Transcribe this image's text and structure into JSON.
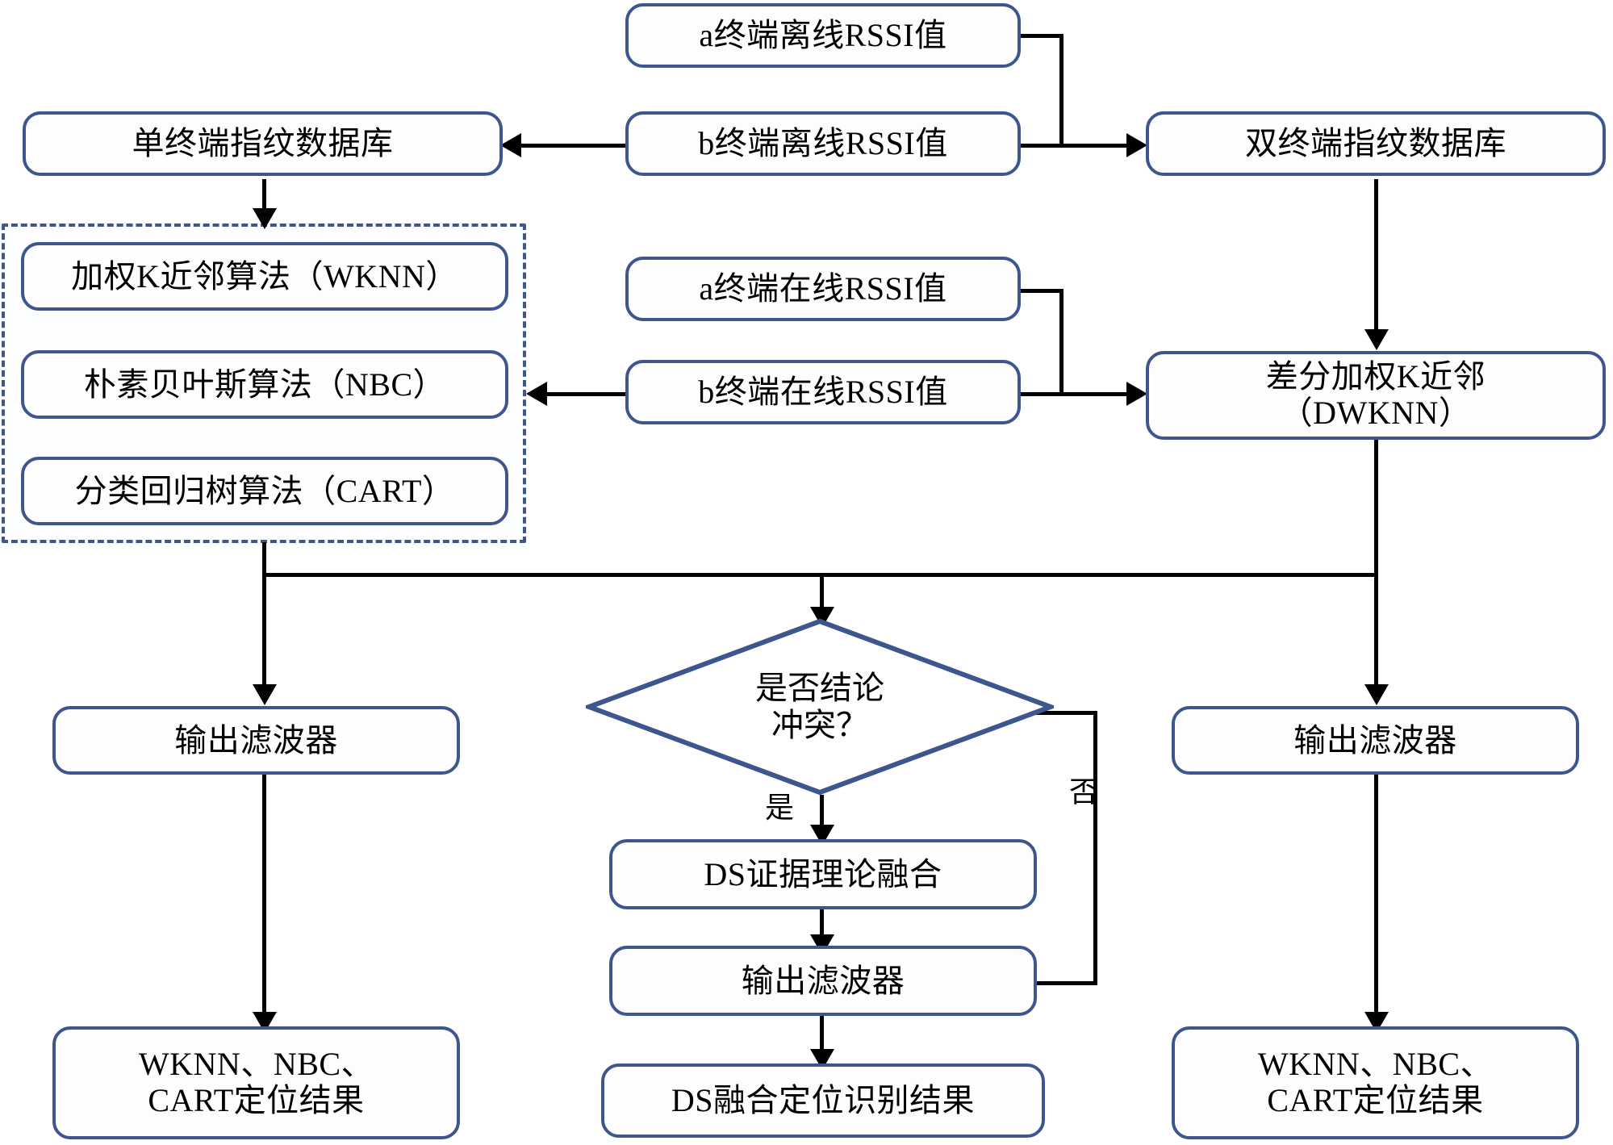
{
  "diagram": {
    "title": "Dual-terminal RSSI fingerprint localization flowchart",
    "accent_color": "#3d568e",
    "line_color": "#000000",
    "background": "#ffffff"
  },
  "nodes": {
    "offline_rssi_a": "a终端离线RSSI值",
    "offline_rssi_b": "b终端离线RSSI值",
    "single_db": "单终端指纹数据库",
    "dual_db": "双终端指纹数据库",
    "wknn": "加权K近邻算法（WKNN）",
    "nbc": "朴素贝叶斯算法（NBC）",
    "cart": "分类回归树算法（CART）",
    "online_rssi_a": "a终端在线RSSI值",
    "online_rssi_b": "b终端在线RSSI值",
    "dwknn_line1": "差分加权K近邻",
    "dwknn_line2": "（DWKNN）",
    "decision_line1": "是否结论",
    "decision_line2": "冲突？",
    "filter_left": "输出滤波器",
    "filter_center": "输出滤波器",
    "filter_right": "输出滤波器",
    "ds_fusion": "DS证据理论融合",
    "result_left_line1": "WKNN、NBC、",
    "result_left_line2": "CART定位结果",
    "result_center": "DS融合定位识别结果",
    "result_right_line1": "WKNN、NBC、",
    "result_right_line2": "CART定位结果"
  },
  "edge_labels": {
    "yes": "是",
    "no": "否"
  }
}
